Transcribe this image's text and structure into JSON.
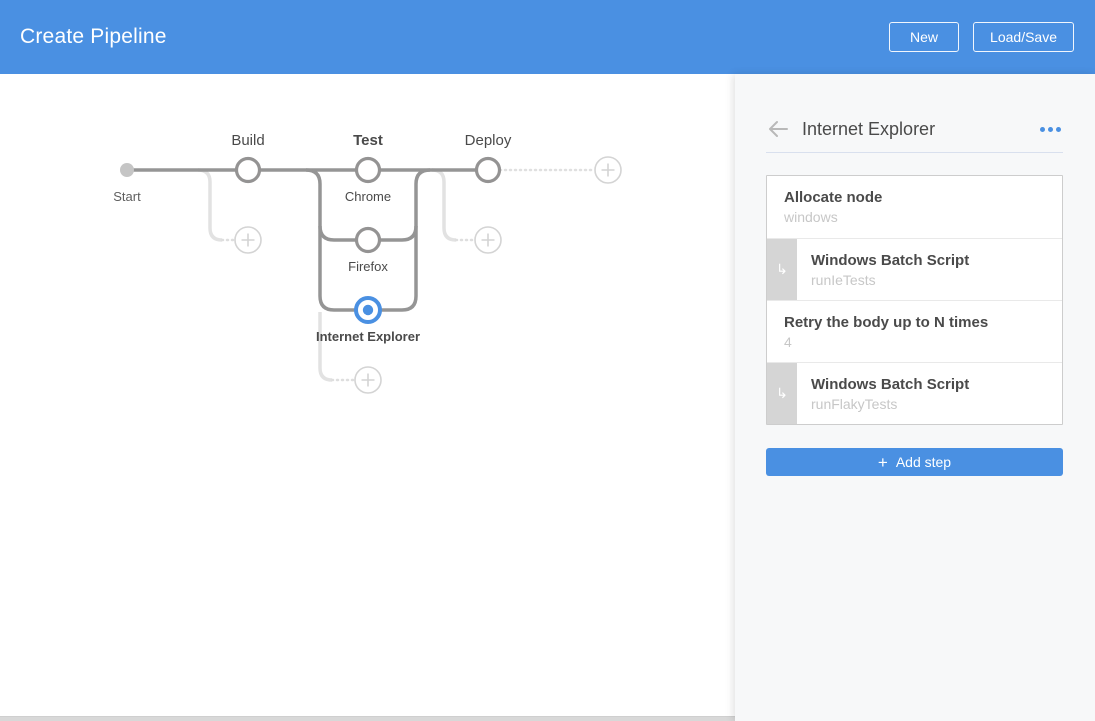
{
  "header": {
    "title": "Create Pipeline",
    "buttons": [
      {
        "label": "New"
      },
      {
        "label": "Load/Save"
      }
    ]
  },
  "colors": {
    "accent": "#4a90e2",
    "graph_line": "#959595",
    "placeholder_line": "#dedede",
    "panel_background": "#f7f8f9"
  },
  "graph": {
    "start_label": "Start",
    "stages": [
      {
        "label": "Build",
        "selected": false
      },
      {
        "label": "Test",
        "selected": true
      },
      {
        "label": "Deploy",
        "selected": false
      }
    ],
    "test_branches": [
      {
        "label": "Chrome",
        "selected": false
      },
      {
        "label": "Firefox",
        "selected": false
      },
      {
        "label": "Internet Explorer",
        "selected": true
      }
    ]
  },
  "panel": {
    "title": "Internet Explorer",
    "nested_icon": "↳",
    "steps": [
      {
        "title": "Allocate node",
        "sub": "windows",
        "nested": false
      },
      {
        "title": "Windows Batch Script",
        "sub": "runIeTests",
        "nested": true
      },
      {
        "title": "Retry the body up to N times",
        "sub": "4",
        "nested": false
      },
      {
        "title": "Windows Batch Script",
        "sub": "runFlakyTests",
        "nested": true
      }
    ],
    "add_step_icon": "+",
    "add_step_label": "Add step"
  }
}
